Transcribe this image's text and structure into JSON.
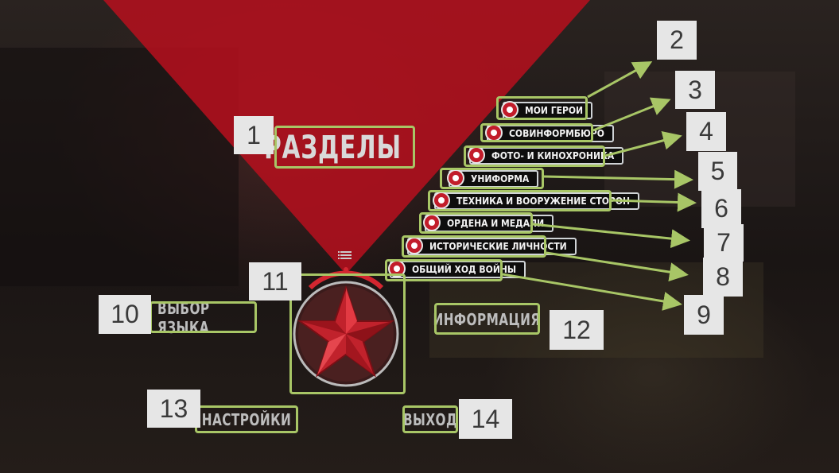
{
  "title": "РАЗДЕЛЫ",
  "menu": [
    {
      "label": "МОИ ГЕРОИ"
    },
    {
      "label": "СОВИНФОРМБЮРО"
    },
    {
      "label": "ФОТО- И КИНОХРОНИКА"
    },
    {
      "label": "УНИФОРМА"
    },
    {
      "label": "ТЕХНИКА И ВООРУЖЕНИЕ СТОРОН"
    },
    {
      "label": "ОРДЕНА И МЕДАЛИ"
    },
    {
      "label": "ИСТОРИЧЕСКИЕ ЛИЧНОСТИ"
    },
    {
      "label": "ОБЩИЙ ХОД ВОЙНЫ"
    }
  ],
  "side": {
    "language": "ВЫБОР ЯЗЫКА",
    "info": "ИНФОРМАЦИЯ",
    "settings": "НАСТРОЙКИ",
    "exit": "ВЫХОД"
  },
  "callouts": [
    "1",
    "2",
    "3",
    "4",
    "5",
    "6",
    "7",
    "8",
    "9",
    "10",
    "11",
    "12",
    "13",
    "14"
  ],
  "icons": {
    "menu": "list-icon",
    "center": "red-star-icon"
  },
  "colors": {
    "accent": "#c21c2a",
    "highlight": "#a8c666",
    "beam": "#b3101e"
  }
}
